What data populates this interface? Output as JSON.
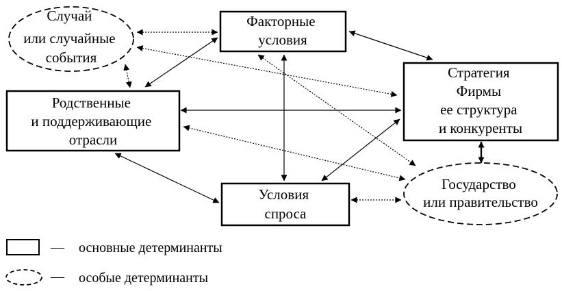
{
  "nodes": {
    "chance": {
      "lines": [
        "Случай",
        "или случайные",
        "события"
      ]
    },
    "factor": {
      "lines": [
        "Факторные",
        "условия"
      ]
    },
    "strategy": {
      "lines": [
        "Стратегия",
        "Фирмы",
        "ее структура",
        "и конкуренты"
      ]
    },
    "related": {
      "lines": [
        "Родственные",
        "и поддерживающие",
        "отрасли"
      ]
    },
    "demand": {
      "lines": [
        "Условия",
        "спроса"
      ]
    },
    "government": {
      "lines": [
        "Государство",
        "или правительство"
      ]
    }
  },
  "legend": {
    "main_dash": "—",
    "main_label": "основные детерминанты",
    "special_dash": "—",
    "special_label": "особые детерминанты"
  }
}
